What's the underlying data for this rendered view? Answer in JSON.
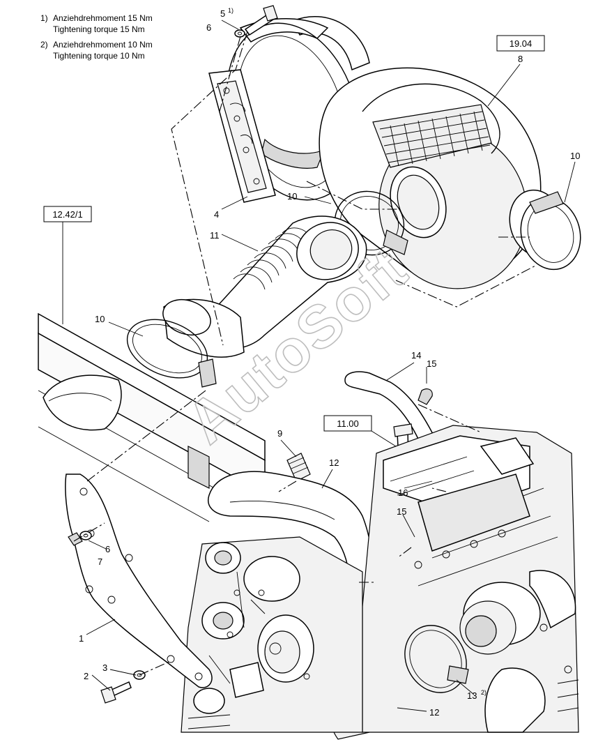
{
  "notes": [
    {
      "marker": "1)",
      "line1": "Anziehdrehmoment 15 Nm",
      "line2": "Tightening torque 15 Nm"
    },
    {
      "marker": "2)",
      "line1": "Anziehdrehmoment 10 Nm",
      "line2": "Tightening torque 10 Nm"
    }
  ],
  "references": {
    "air_filter_ref": "19.04",
    "frame_ref": "12.42/1",
    "engine_ref": "11.00"
  },
  "watermark": "AutoSoft",
  "superscripts": {
    "one": "1)",
    "two": "2)"
  },
  "callouts": {
    "c5": "5",
    "c6_top": "6",
    "c8": "8",
    "c10_right": "10",
    "c10_mid": "10",
    "c4": "4",
    "c11": "11",
    "c10_left": "10",
    "c14": "14",
    "c15_top": "15",
    "c9": "9",
    "c12_top": "12",
    "c16": "16",
    "c15_mid": "15",
    "c6_left": "6",
    "c7": "7",
    "c1": "1",
    "c3": "3",
    "c2": "2",
    "c13": "13",
    "c12_bottom": "12"
  }
}
